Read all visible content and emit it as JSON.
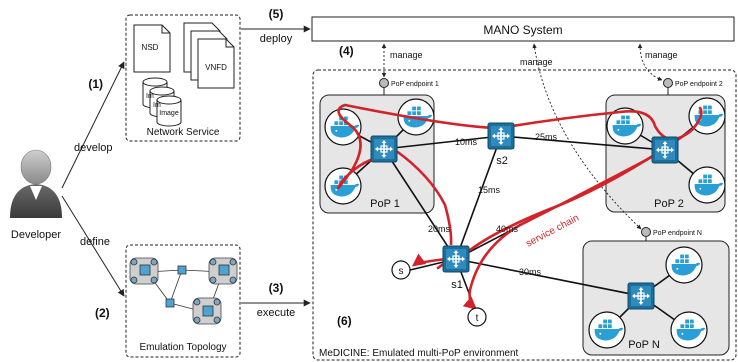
{
  "developer": {
    "label": "Developer"
  },
  "steps": {
    "s1": "(1)",
    "s2": "(2)",
    "s3": "(3)",
    "s4": "(4)",
    "s5": "(5)",
    "s6": "(6)"
  },
  "edges": {
    "develop": "develop",
    "define": "define",
    "execute": "execute",
    "deploy": "deploy"
  },
  "network_service": {
    "caption": "Network Service",
    "nsd": "NSD",
    "vnfd": "VNFD",
    "image_labels": [
      "Im",
      "Im",
      "Image"
    ]
  },
  "emulation_topology": {
    "caption": "Emulation Topology"
  },
  "mano": {
    "title": "MANO System",
    "manage": "manage"
  },
  "medicine": {
    "caption": "MeDICINE: Emulated multi-PoP environment"
  },
  "pops": {
    "pop1": "PoP 1",
    "pop2": "PoP 2",
    "popn": "PoP N"
  },
  "endpoints": {
    "e1": "PoP endpoint 1",
    "e2": "PoP endpoint 2",
    "en": "PoP endpoint N"
  },
  "switches": {
    "s1": "s1",
    "s2": "s2"
  },
  "hosts": {
    "s": "s",
    "t": "t"
  },
  "latencies": {
    "l1": "10ms",
    "l2": "25ms",
    "l3": "15ms",
    "l4": "20ms",
    "l5": "40ms",
    "l6": "30ms"
  },
  "chain_label": "service chain",
  "colors": {
    "switch": "#1b6f9a",
    "switch_light": "#4fa3d1",
    "chain": "#d2232a",
    "pop_fill": "#e6e6e6",
    "docker": "#2a9fd6"
  }
}
